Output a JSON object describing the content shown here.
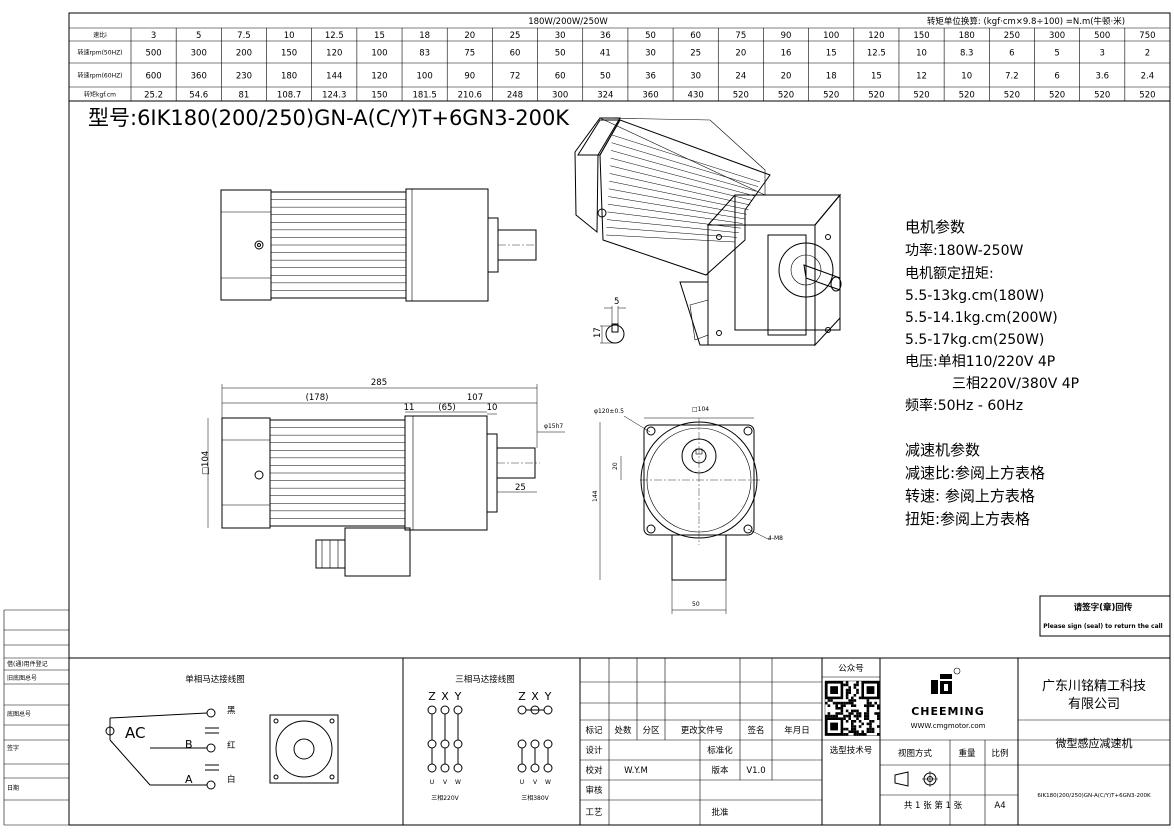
{
  "spec_table": {
    "header_power": "180W/200W/250W",
    "header_unit": "转矩单位换算:  (kgf·cm×9.8÷100) =N.m(牛顿·米)",
    "rows": [
      {
        "label": "速比i",
        "values": [
          "3",
          "5",
          "7.5",
          "10",
          "12.5",
          "15",
          "18",
          "20",
          "25",
          "30",
          "36",
          "50",
          "60",
          "75",
          "90",
          "100",
          "120",
          "150",
          "180",
          "250",
          "300",
          "500",
          "750"
        ]
      },
      {
        "label": "转速rpm(50HZ)",
        "values": [
          "500",
          "300",
          "200",
          "150",
          "120",
          "100",
          "83",
          "75",
          "60",
          "50",
          "41",
          "30",
          "25",
          "20",
          "16",
          "15",
          "12.5",
          "10",
          "8.3",
          "6",
          "5",
          "3",
          "2"
        ]
      },
      {
        "label": "转速rpm(60HZ)",
        "values": [
          "600",
          "360",
          "230",
          "180",
          "144",
          "120",
          "100",
          "90",
          "72",
          "60",
          "50",
          "36",
          "30",
          "24",
          "20",
          "18",
          "15",
          "12",
          "10",
          "7.2",
          "6",
          "3.6",
          "2.4"
        ]
      },
      {
        "label": "转矩kgf.cm",
        "values": [
          "25.2",
          "54.6",
          "81",
          "108.7",
          "124.3",
          "150",
          "181.5",
          "210.6",
          "248",
          "300",
          "324",
          "360",
          "430",
          "520",
          "520",
          "520",
          "520",
          "520",
          "520",
          "520",
          "520",
          "520",
          "520"
        ]
      }
    ]
  },
  "model": "型号:6IK180(200/250)GN-A(C/Y)T+6GN3-200K",
  "motor_params": {
    "title": "电机参数",
    "lines": [
      "功率:180W-250W",
      "电机额定扭矩:",
      "5.5-13kg.cm(180W)",
      "5.5-14.1kg.cm(200W)",
      "5.5-17kg.cm(250W)",
      "电压:单相110/220V 4P",
      "三相220V/380V 4P",
      "频率:50Hz - 60Hz"
    ]
  },
  "reducer_params": {
    "title": "减速机参数",
    "lines": [
      "减速比:参阅上方表格",
      "转速: 参阅上方表格",
      "扭矩:参阅上方表格"
    ]
  },
  "dimensions": {
    "total": "285",
    "body": "(178)",
    "gear": "107",
    "gap": "11",
    "g65": "(65)",
    "g10": "10",
    "shaft_dia": "φ15h7",
    "square": "□104",
    "shaft_len": "25",
    "key_w": "5",
    "key_h": "17",
    "flange_dia": "φ120±0.5",
    "flange_sq": "□104",
    "height": "144",
    "offset": "20",
    "holes": "4-M8",
    "box_w": "50"
  },
  "return_note": {
    "cn": "请签字(章)回传",
    "en": "Please sign (seal) to return the call"
  },
  "left_labels": [
    "借(通)用件登记",
    "旧底图总号",
    "底图总号",
    "签字",
    "日期"
  ],
  "wiring": {
    "single_title": "单相马达接线图",
    "ac": "AC",
    "wires": [
      "黑",
      "红",
      "白"
    ],
    "terminals": [
      "B",
      "A"
    ],
    "three_title": "三相马达接线图",
    "zxy": [
      "Z",
      "X",
      "Y"
    ],
    "uvw": [
      "U",
      "V",
      "W"
    ],
    "v220": "三相220V",
    "v380": "三相380V"
  },
  "title_block": {
    "headers": [
      "标记",
      "处数",
      "分区",
      "更改文件号",
      "签名",
      "年月日"
    ],
    "rows": [
      [
        "设计",
        "",
        "标准化"
      ],
      [
        "校对",
        "W.Y.M",
        "版本",
        "V1.0"
      ],
      [
        "审核",
        ""
      ],
      [
        "工艺",
        "",
        "批准"
      ]
    ],
    "gongzhonghao": "公众号",
    "tech": "选型技术号",
    "brand": "CHEEMING",
    "website": "WWW.cmgmotor.com",
    "company": "广东川铭精工科技有限公司",
    "company1": "广东川铭精工科技",
    "company2": "有限公司",
    "product": "微型感应减速机",
    "view": "视图方式",
    "weight": "重量",
    "scale": "比例",
    "drawing_no": "6IK180(200/250)GN-A(C/Y)T+6GN3-200K",
    "sheets": "共 1 张 第 1 张",
    "size": "A4"
  }
}
